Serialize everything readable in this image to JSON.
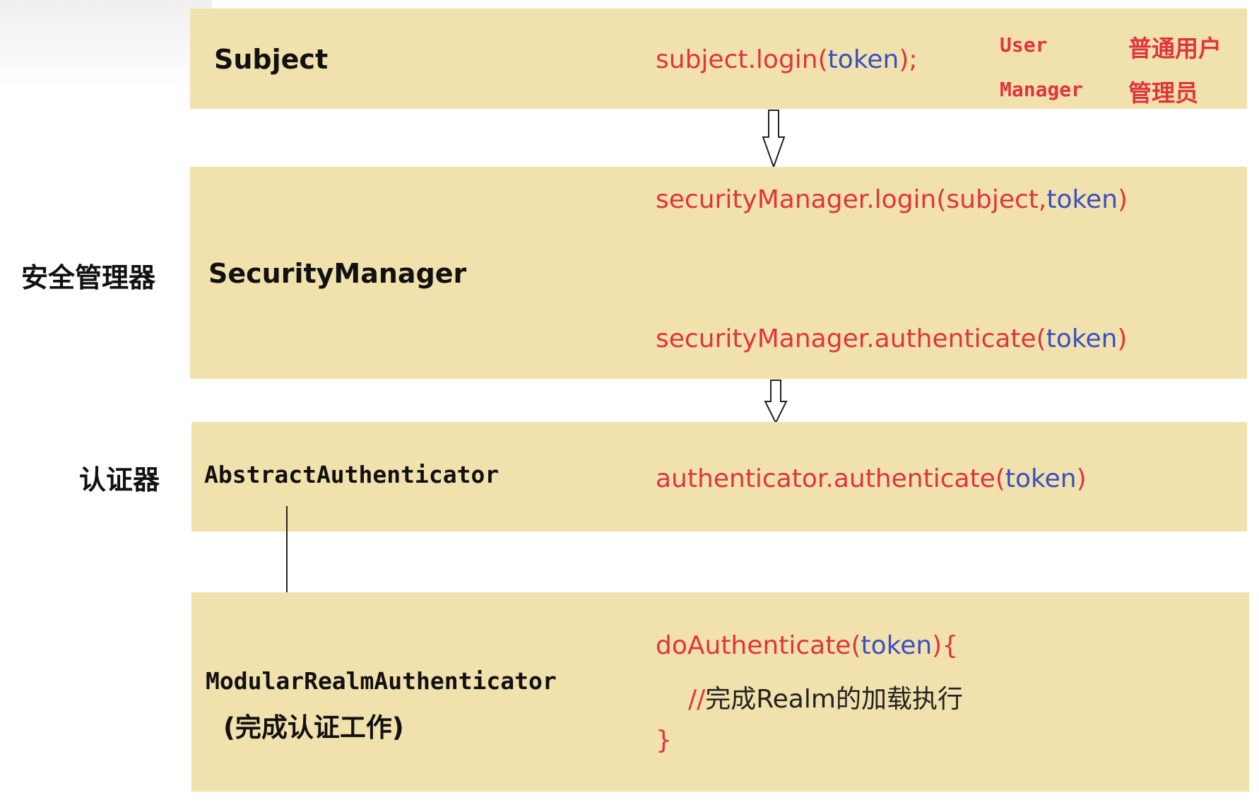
{
  "subject_band": {
    "title": "Subject",
    "code_fn": "subject.login(",
    "code_token": "token",
    "code_end": ");",
    "roles": [
      {
        "en": "User",
        "cn": "普通用户"
      },
      {
        "en": "Manager",
        "cn": "管理员"
      }
    ]
  },
  "security_band": {
    "side_label": "安全管理器",
    "title": "SecurityManager",
    "line1_fn": "securityManager.login(subject,",
    "line1_token": "token",
    "line1_end": ")",
    "line2_fn": "securityManager.authenticate(",
    "line2_token": "token",
    "line2_end": ")"
  },
  "authenticator_band": {
    "side_label": "认证器",
    "title": "AbstractAuthenticator",
    "code_fn": "authenticator.authenticate(",
    "code_token": "token",
    "code_end": ")"
  },
  "modular_band": {
    "title": "ModularRealmAuthenticator",
    "subtitle": "(完成认证工作)",
    "code_fn": "doAuthenticate(",
    "code_token": "token",
    "code_end": "){",
    "comment_slashes": "//",
    "comment_text": "完成Realm的加载执行",
    "close_brace": "}"
  },
  "colors": {
    "band": "#f1e1ad",
    "code_red": "#e0343e",
    "token_blue": "#3a4fc2"
  }
}
